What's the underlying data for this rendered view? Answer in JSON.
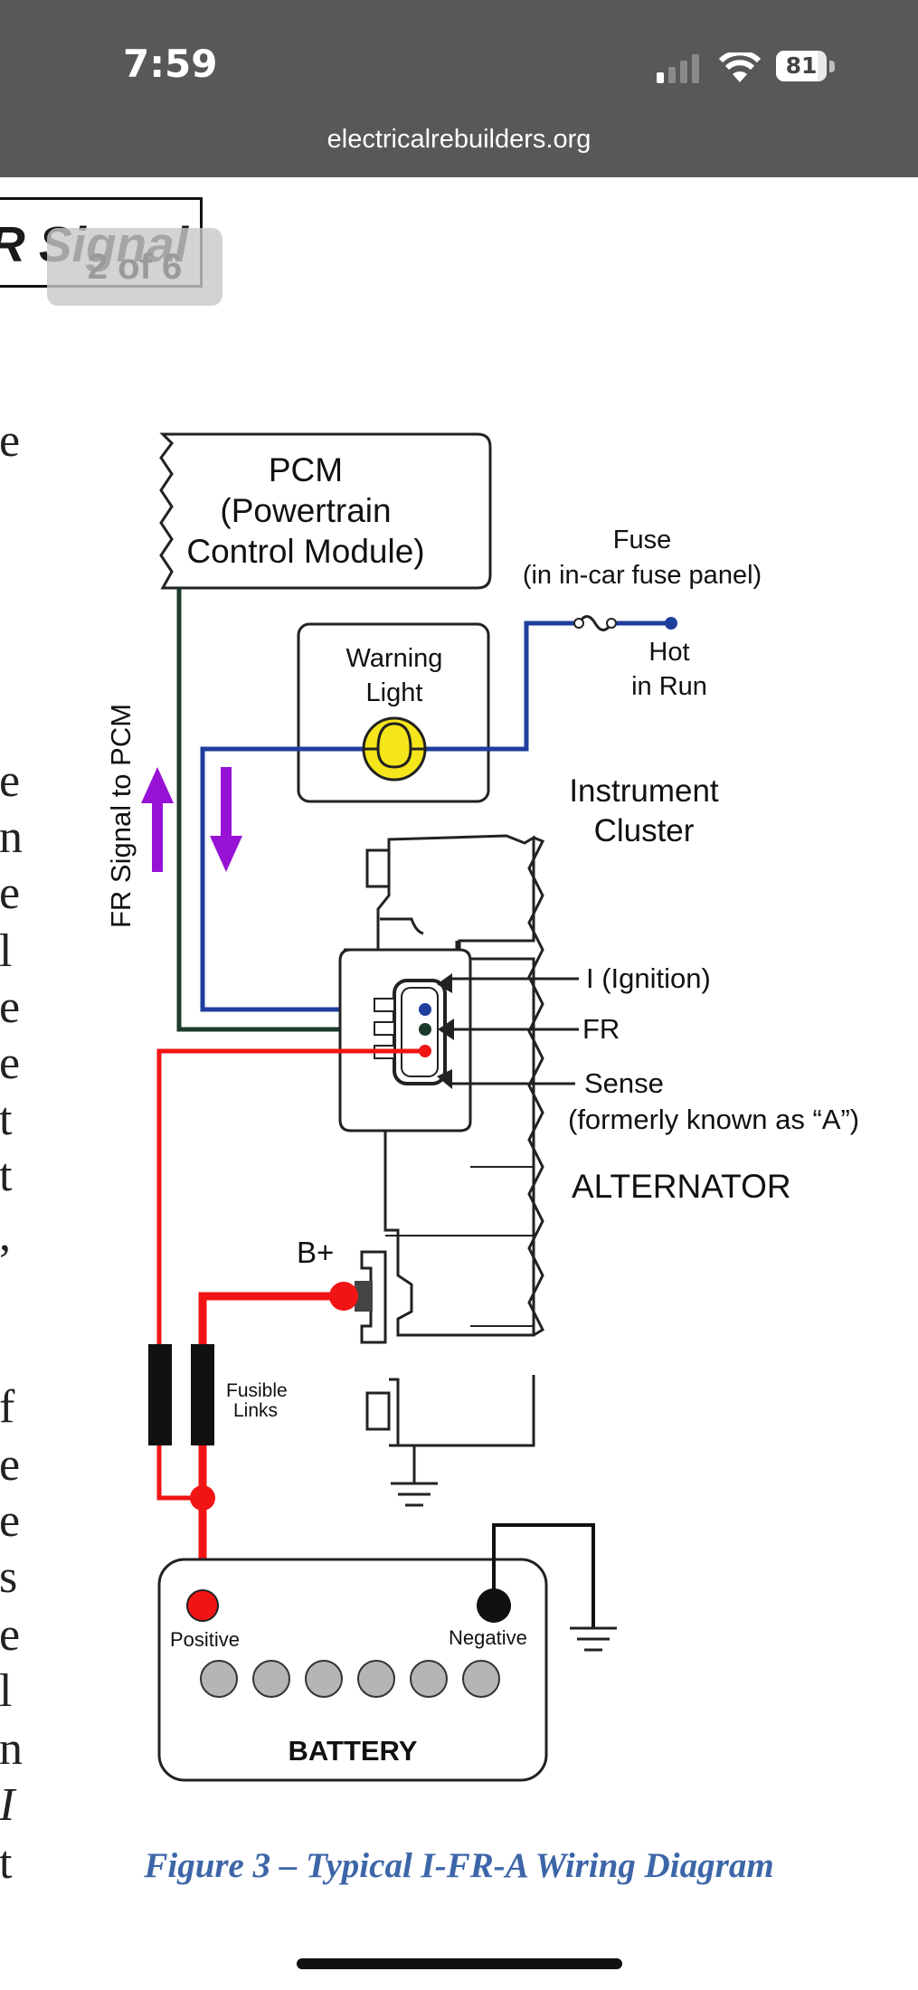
{
  "status_bar": {
    "time": "7:59",
    "battery": "81",
    "url": "electricalrebuilders.org"
  },
  "page": {
    "section_heading": "R Signal",
    "page_indicator": "2 of 6",
    "clipped_letters": [
      "e",
      "e",
      "n",
      "e",
      "l",
      "e",
      "e",
      "t",
      "t",
      ",",
      "f",
      "e",
      "e",
      "s",
      "e",
      "l",
      "n",
      "I",
      "t"
    ]
  },
  "diagram": {
    "pcm_lines": [
      "PCM",
      "(Powertrain",
      "Control Module)"
    ],
    "fuse_lines": [
      "Fuse",
      "(in in-car fuse panel)"
    ],
    "hot_lines": [
      "Hot",
      "in Run"
    ],
    "warning_lines": [
      "Warning",
      "Light"
    ],
    "cluster_lines": [
      "Instrument",
      "Cluster"
    ],
    "fr_signal_label": "FR Signal to PCM",
    "ignition_label": "I (Ignition)",
    "fr_label": "FR",
    "sense_lines": [
      "Sense",
      "(formerly known as “A”)"
    ],
    "alternator_label": "ALTERNATOR",
    "bplus_label": "B+",
    "fusible_lines": [
      "Fusible",
      "Links"
    ],
    "positive_label": "Positive",
    "negative_label": "Negative",
    "battery_label": "BATTERY",
    "caption": "Figure 3 – Typical I-FR-A Wiring Diagram",
    "colors": {
      "blue_wire": "#1f3f9e",
      "red_wire": "#f01414",
      "green_wire": "#1d3b2c",
      "arrow_purple": "#9812d6",
      "lamp_yellow": "#f5e51b",
      "caption_blue": "#3d66a8"
    }
  }
}
